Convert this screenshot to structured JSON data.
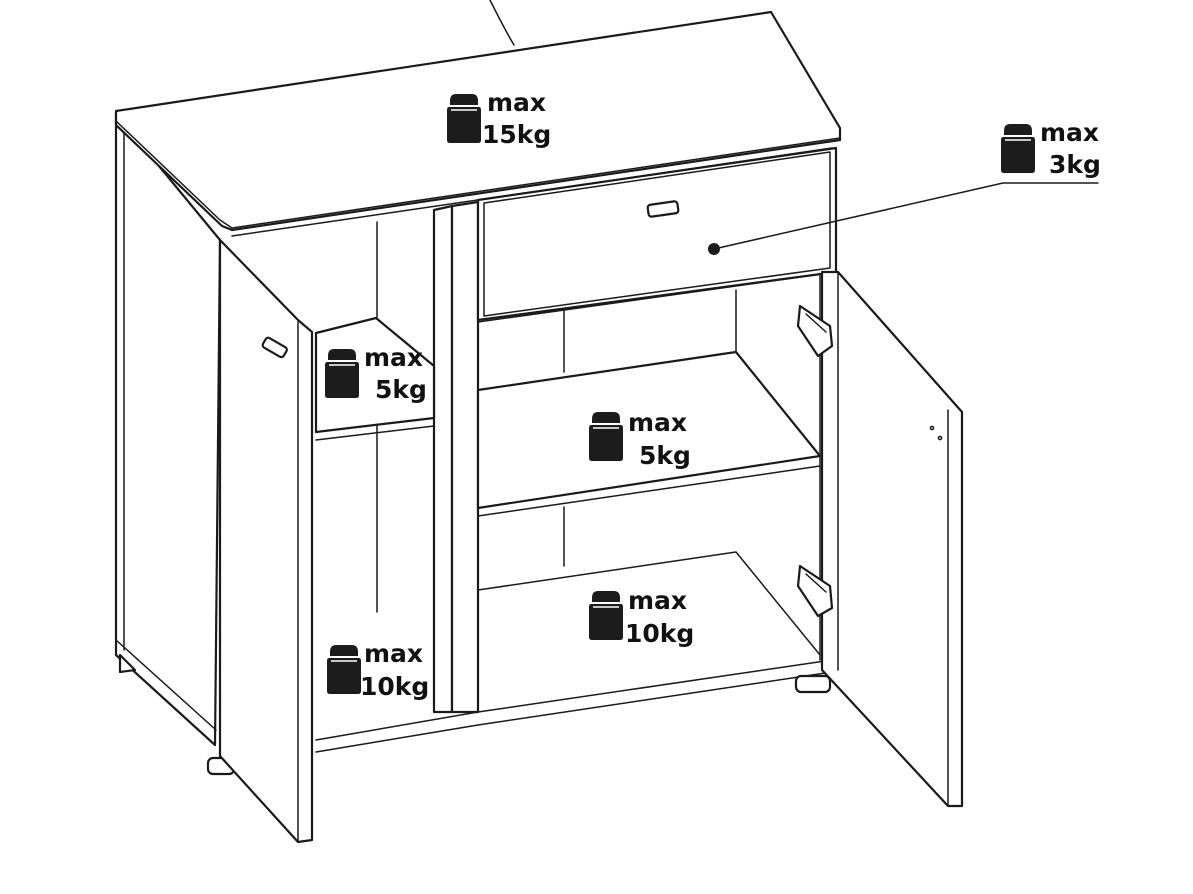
{
  "diagram": {
    "labels": {
      "top": {
        "line1": "max",
        "line2": "15kg"
      },
      "drawer": {
        "line1": "max",
        "line2": "3kg"
      },
      "left_upper_shelf": {
        "line1": "max",
        "line2": "5kg"
      },
      "left_bottom": {
        "line1": "max",
        "line2": "10kg"
      },
      "right_middle_shelf": {
        "line1": "max",
        "line2": "5kg"
      },
      "right_bottom": {
        "line1": "max",
        "line2": "10kg"
      }
    },
    "colors": {
      "line": "#1a1a1a",
      "weight_icon": "#1c1c1c",
      "background": "#ffffff"
    },
    "icon": "weight-icon"
  }
}
